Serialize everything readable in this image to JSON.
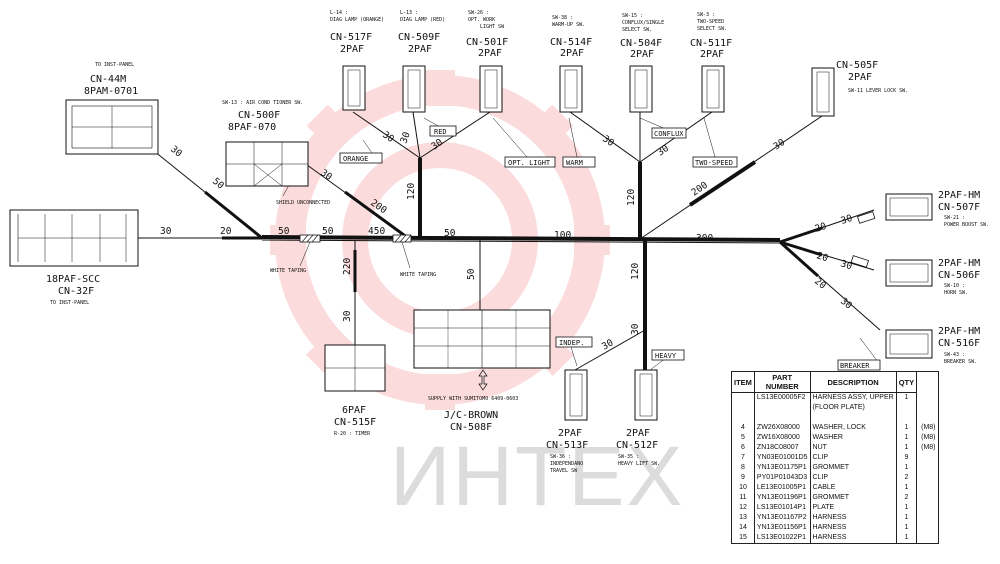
{
  "watermark": {
    "text": "ИНТЕХ",
    "color": "#f05050"
  },
  "connectors": {
    "cn44m": {
      "note": "TO INST-PANEL",
      "id": "CN-44M",
      "type": "8PAM-0701"
    },
    "cn32f": {
      "type": "18PAF-SCC",
      "id": "CN-32F",
      "note": "TO INST-PANEL"
    },
    "cn500f": {
      "note": "SW-13 : AIR COND TIONER SW.",
      "id": "CN-500F",
      "type": "8PAF-070",
      "shield_note": "SHIELD UNCONNECTED"
    },
    "cn517f": {
      "note1": "L-14 :",
      "note2": "DIAG LAMP (ORANGE)",
      "id": "CN-517F",
      "type": "2PAF",
      "tag": "ORANGE"
    },
    "cn509f": {
      "note1": "L-13 :",
      "note2": "DIAG LAMP (RED)",
      "id": "CN-509F",
      "type": "2PAF",
      "tag": "RED"
    },
    "cn501f": {
      "note1": "SW-26 :",
      "note2": "OPT. WORK",
      "note3": "LIGHT SW",
      "id": "CN-501F",
      "type": "2PAF",
      "tag": "OPT. LIGHT"
    },
    "cn514f": {
      "note1": "SW-38 :",
      "note2": "WARM-UP SW.",
      "id": "CN-514F",
      "type": "2PAF",
      "tag": "WARM"
    },
    "cn504f": {
      "note1": "SW-15 :",
      "note2": "CONFLUX/SINGLE",
      "note3": "SELECT SW.",
      "id": "CN-504F",
      "type": "2PAF",
      "tag": "CONFLUX"
    },
    "cn511f": {
      "note1": "SW-3 :",
      "note2": "TWO-SPEED",
      "note3": "SELECT SW.",
      "id": "CN-511F",
      "type": "2PAF",
      "tag": "TWO-SPEED"
    },
    "cn505f": {
      "id": "CN-505F",
      "type": "2PAF",
      "note": "SW-11 LEVER LOCK SW."
    },
    "cn507f": {
      "type": "2PAF-HM",
      "id": "CN-507F",
      "note1": "SW-21 :",
      "note2": "POWER BOOST SW."
    },
    "cn506f": {
      "type": "2PAF-HM",
      "id": "CN-506F",
      "note1": "SW-10 :",
      "note2": "HORN SW."
    },
    "cn516f": {
      "type": "2PAF-HM",
      "id": "CN-516F",
      "note1": "SW-43 :",
      "note2": "BREAKER SW.",
      "tag": "BREAKER"
    },
    "cn515f": {
      "type": "6PAF",
      "id": "CN-515F",
      "note": "R-20 : TIMER"
    },
    "cn508f": {
      "supply": "SUPPLY WITH SUMITOMO 6409-0603",
      "name": "J/C-BROWN",
      "id": "CN-508F"
    },
    "cn513f": {
      "type": "2PAF",
      "id": "CN-513F",
      "note1": "SW-36 :",
      "note2": "INDEPENDANO",
      "note3": "TRAVEL SW",
      "tag": "INDEP."
    },
    "cn512f": {
      "type": "2PAF",
      "id": "CN-512F",
      "note1": "SW-35 :",
      "note2": "HEAVY LIFT SW.",
      "tag": "HEAVY"
    }
  },
  "taping": {
    "left": "WHITE TAPING",
    "right": "WHITE TAPING"
  },
  "lengths": {
    "l30a": "30",
    "l50a": "50",
    "l30b": "30",
    "l20a": "20",
    "l50b": "50",
    "l50c": "50",
    "l450": "450",
    "l30c": "30",
    "l200a": "200",
    "l220": "220",
    "l30d": "30",
    "l30e": "30",
    "l30f": "30",
    "l30g": "30",
    "l120a": "120",
    "l50d": "50",
    "l100": "100",
    "l30h": "30",
    "l30i": "30",
    "l120b": "120",
    "l200b": "200",
    "l300": "300",
    "l30j": "30",
    "l50e": "50",
    "l30k": "30",
    "l120c": "120",
    "l30l": "30",
    "l20b": "20",
    "l30m": "30",
    "l20c": "20",
    "l30n": "30",
    "l20d": "20",
    "l30o": "30"
  },
  "parts_table": {
    "headers": [
      "ITEM",
      "PART NUMBER",
      "DESCRIPTION",
      "QTY"
    ],
    "rows": [
      {
        "item": "",
        "part": "LS13E00005F2",
        "desc": "HARNESS ASSY, UPPER",
        "qty": "1",
        "note": ""
      },
      {
        "item": "",
        "part": "",
        "desc": "(FLOOR PLATE)",
        "qty": "",
        "note": ""
      },
      {
        "item": "",
        "part": "",
        "desc": "",
        "qty": "",
        "note": ""
      },
      {
        "item": "4",
        "part": "ZW26X08000",
        "desc": "WASHER, LOCK",
        "qty": "1",
        "note": "(M8)"
      },
      {
        "item": "5",
        "part": "ZW16X08000",
        "desc": "WASHER",
        "qty": "1",
        "note": "(M8)"
      },
      {
        "item": "6",
        "part": "ZN18C08007",
        "desc": "NUT",
        "qty": "1",
        "note": "(M8)"
      },
      {
        "item": "7",
        "part": "YN03E01001D5",
        "desc": "CLIP",
        "qty": "9",
        "note": ""
      },
      {
        "item": "8",
        "part": "YN13E01175P1",
        "desc": "GROMMET",
        "qty": "1",
        "note": ""
      },
      {
        "item": "9",
        "part": "PY01P01043D3",
        "desc": "CLIP",
        "qty": "2",
        "note": ""
      },
      {
        "item": "10",
        "part": "LE13E01005P1",
        "desc": "CABLE",
        "qty": "1",
        "note": ""
      },
      {
        "item": "11",
        "part": "YN13E01196P1",
        "desc": "GROMMET",
        "qty": "2",
        "note": ""
      },
      {
        "item": "12",
        "part": "LS13E01014P1",
        "desc": "PLATE",
        "qty": "1",
        "note": ""
      },
      {
        "item": "13",
        "part": "YN13E01167P2",
        "desc": "HARNESS",
        "qty": "1",
        "note": ""
      },
      {
        "item": "14",
        "part": "YN13E01156P1",
        "desc": "HARNESS",
        "qty": "1",
        "note": ""
      },
      {
        "item": "15",
        "part": "LS13E01022P1",
        "desc": "HARNESS",
        "qty": "1",
        "note": ""
      }
    ]
  }
}
